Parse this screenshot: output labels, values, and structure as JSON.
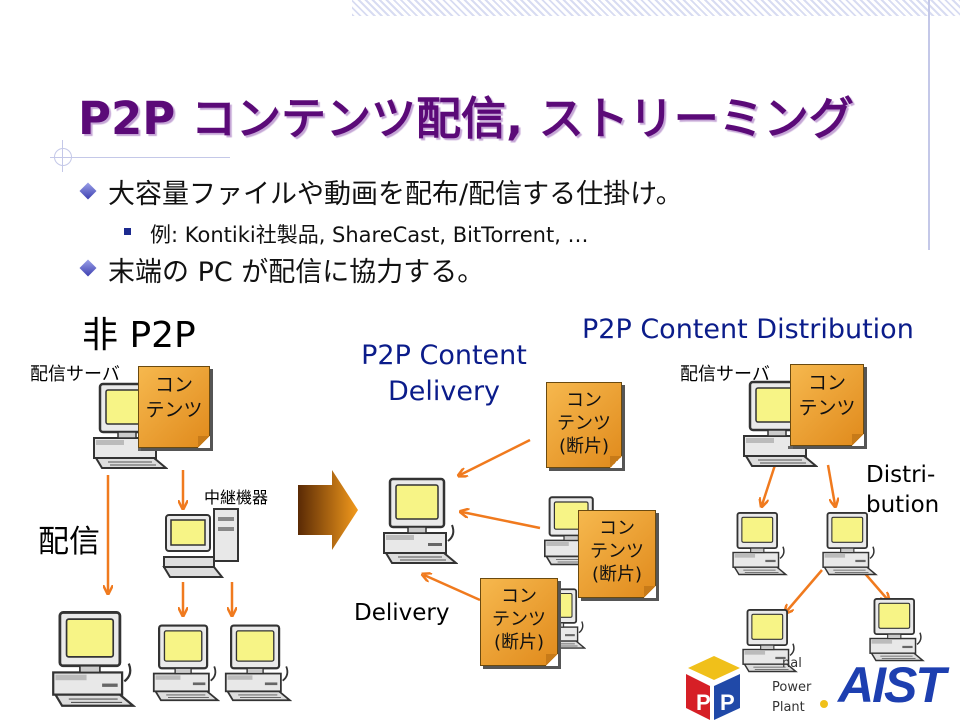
{
  "slide": {
    "title": "P2P コンテンツ配信, ストリーミング",
    "bullets": [
      {
        "text": "大容量ファイルや動画を配布/配信する仕掛け。"
      },
      {
        "text": "末端の PC が配信に協力する。"
      }
    ],
    "sub_bullet": "例: Kontiki社製品, ShareCast, BitTorrent, …"
  },
  "diagram": {
    "left": {
      "heading": "非 P2P",
      "server_label": "配信サーバ",
      "content_doc": [
        "コン",
        "テンツ"
      ],
      "relay_label": "中継機器",
      "delivery_label": "配信"
    },
    "middle": {
      "heading_line1": "P2P Content",
      "heading_line2": "Delivery",
      "fragment_doc": [
        "コン",
        "テンツ",
        "(断片)"
      ],
      "delivery_label": "Delivery"
    },
    "right": {
      "heading": "P2P Content Distribution",
      "server_label": "配信サーバ",
      "content_doc": [
        "コン",
        "テンツ"
      ],
      "distribution_line1": "Distri-",
      "distribution_line2": "bution"
    }
  },
  "logos": {
    "pp_text1": "nal",
    "pp_text2": "Power",
    "pp_text3": "Plant",
    "aist": "AIST"
  },
  "colors": {
    "title": "#5b0a78",
    "arrow": "#f07a1e",
    "doc": "#f0a63a",
    "screen": "#f7f486"
  }
}
